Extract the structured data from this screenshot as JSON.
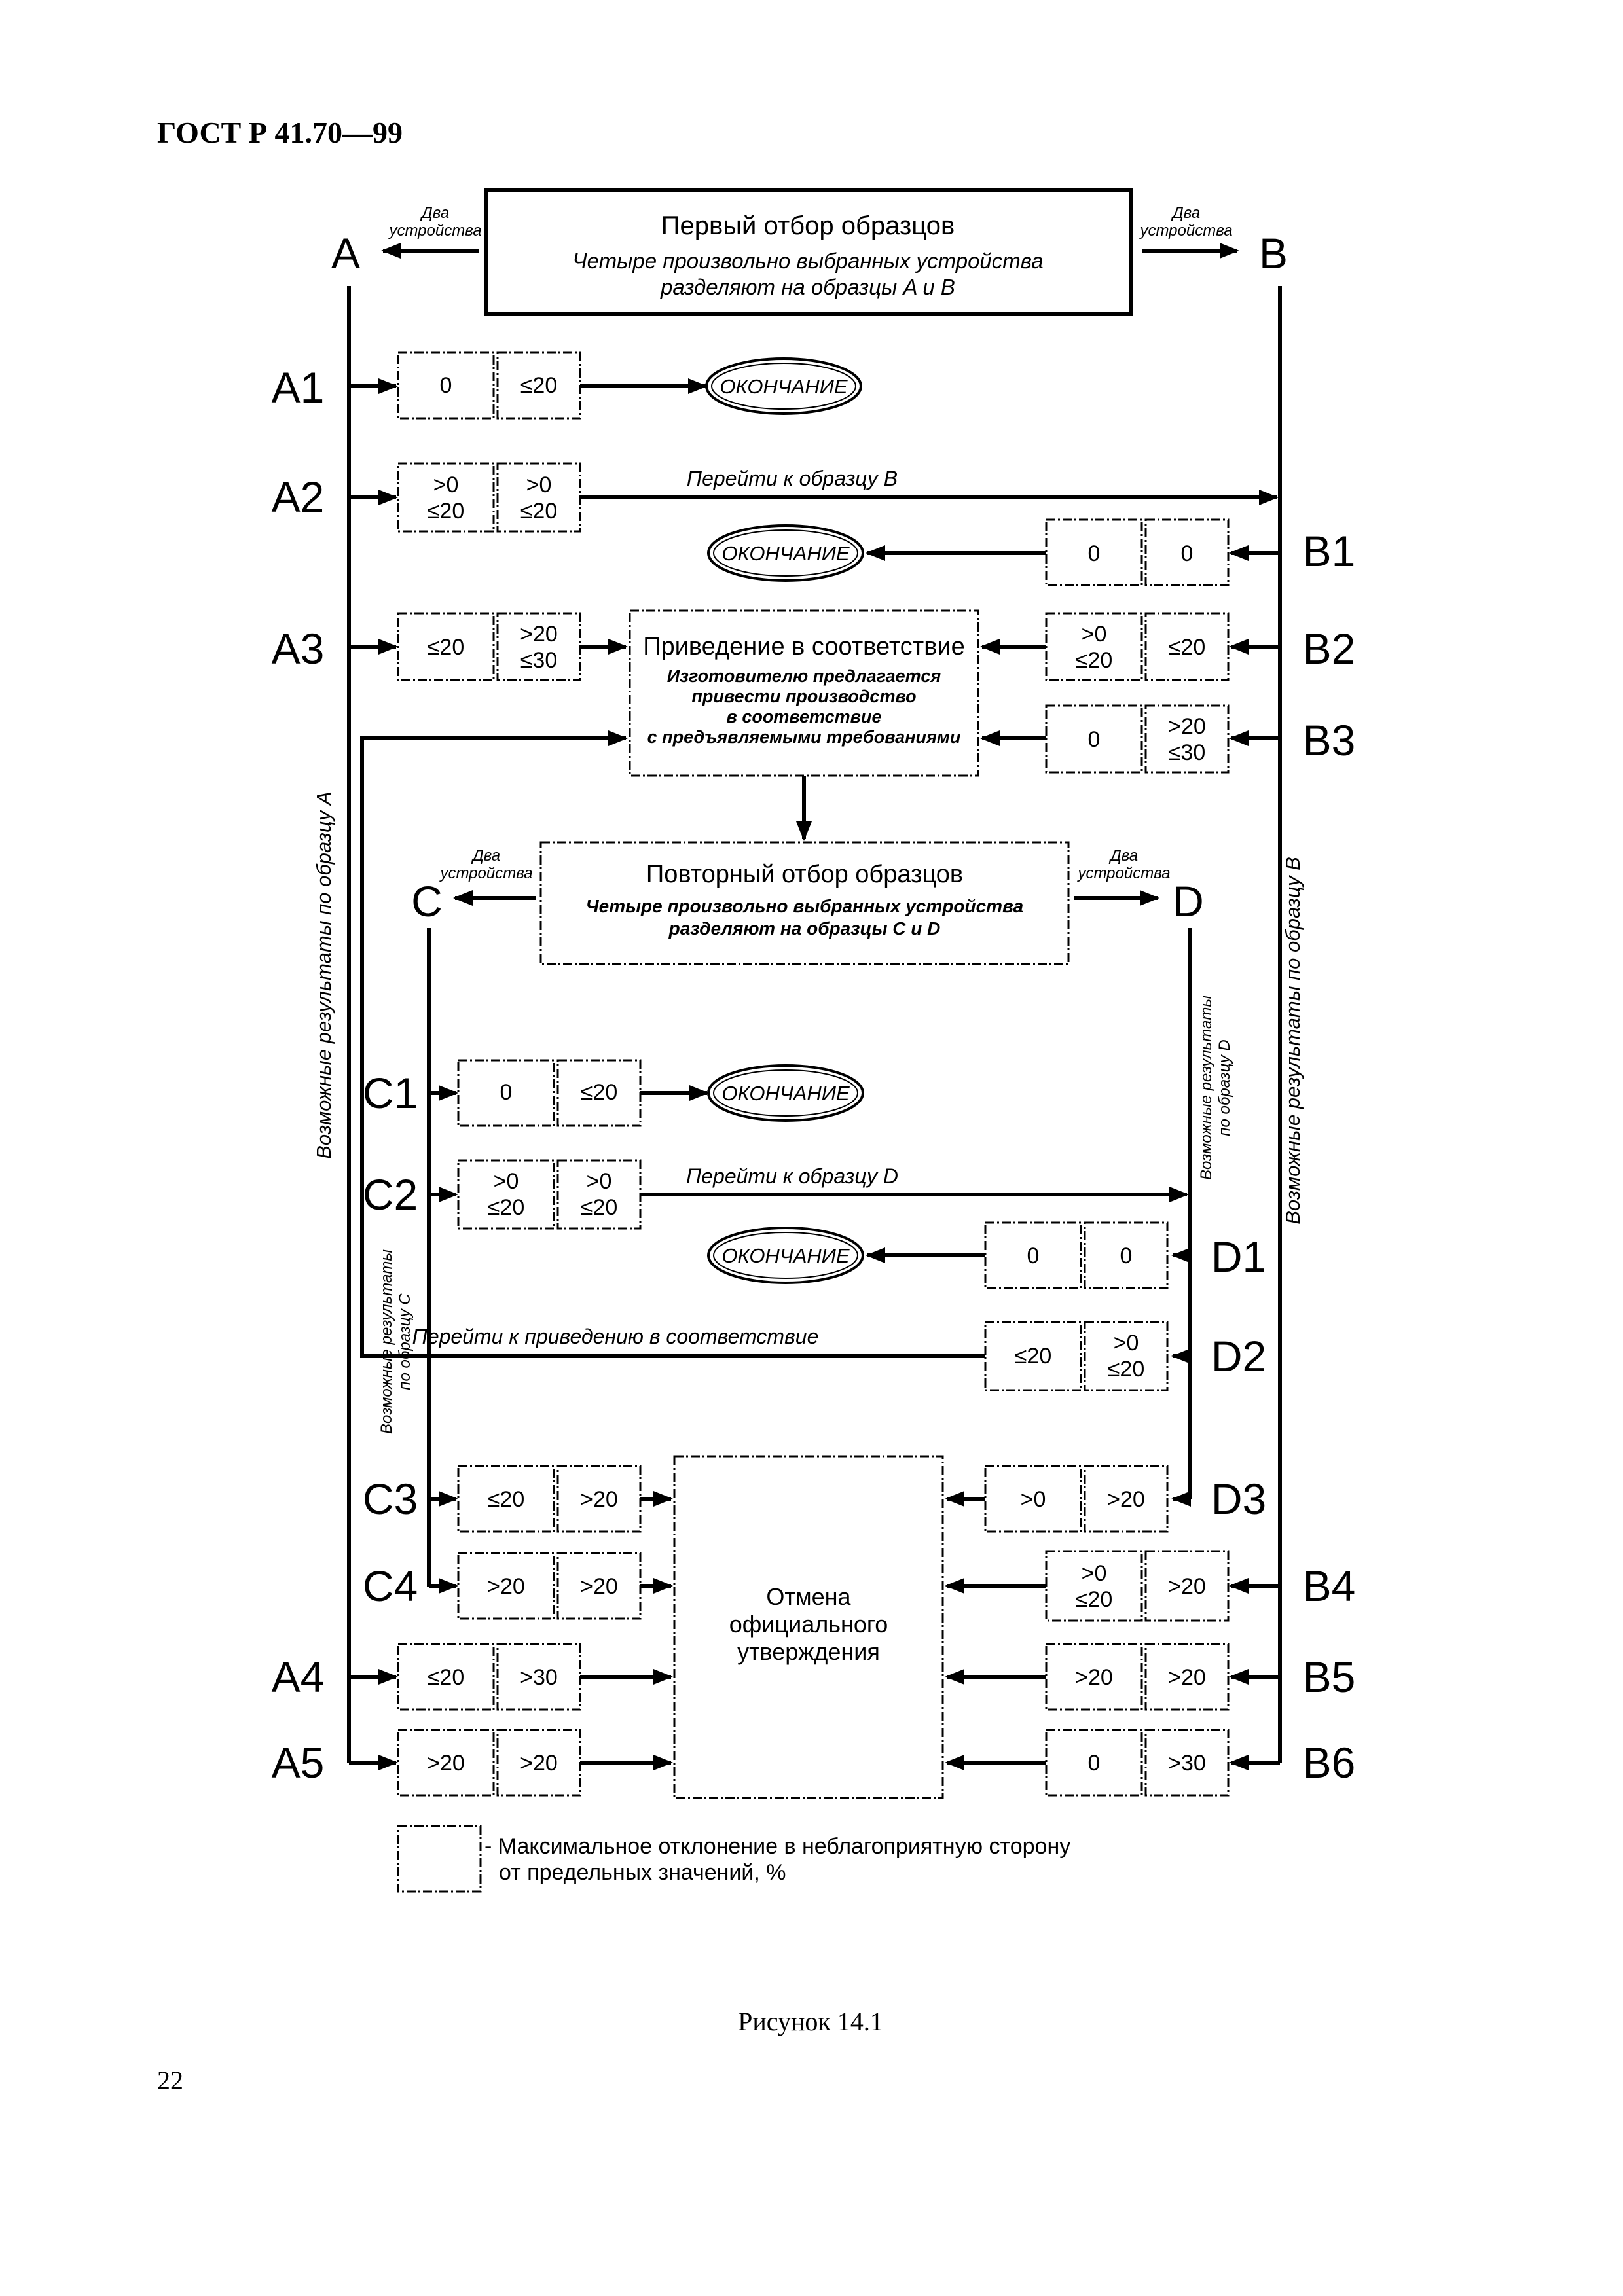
{
  "header": "ГОСТ Р 41.70—99",
  "page_number": "22",
  "caption": "Рисунок 14.1",
  "first_sampling": {
    "title": "Первый отбор образцов",
    "line1": "Четыре произвольно выбранных устройства",
    "line2": "разделяют на образцы A и B"
  },
  "second_sampling": {
    "title": "Повторный отбор образцов",
    "line1": "Четыре произвольно выбранных устройства",
    "line2": "разделяют на образцы C и D"
  },
  "two_devices": [
    "Два",
    "устройства"
  ],
  "letters": {
    "A": "A",
    "B": "B",
    "C": "C",
    "D": "D"
  },
  "row_labels": {
    "A1": "A1",
    "A2": "A2",
    "A3": "A3",
    "A4": "A4",
    "A5": "A5",
    "B1": "B1",
    "B2": "B2",
    "B3": "B3",
    "B4": "B4",
    "B5": "B5",
    "B6": "B6",
    "C1": "C1",
    "C2": "C2",
    "C3": "C3",
    "C4": "C4",
    "D1": "D1",
    "D2": "D2",
    "D3": "D3"
  },
  "end": "ОКОНЧАНИЕ",
  "goto_b": "Перейти к образцу B",
  "goto_d": "Перейти к образцу D",
  "goto_conformity": "Перейти к приведению в соответствие",
  "conformity": {
    "title": "Приведение в соответствие",
    "lines": [
      "Изготовителю предлагается",
      "привести производство",
      "в соответствие",
      "с предъявляемыми требованиями"
    ]
  },
  "withdrawal": [
    "Отмена",
    "официального",
    "утверждения"
  ],
  "vertical_labels": {
    "a": "Возможные результаты по образцу A",
    "b": "Возможные результаты по образцу B",
    "c": [
      "Возможные результаты",
      "по образцу C"
    ],
    "d": [
      "Возможные результаты",
      "по образцу D"
    ]
  },
  "cells": {
    "A1": [
      [
        "0"
      ],
      [
        "≤20"
      ]
    ],
    "A2": [
      [
        ">0",
        "≤20"
      ],
      [
        ">0",
        "≤20"
      ]
    ],
    "A3": [
      [
        "≤20"
      ],
      [
        ">20",
        "≤30"
      ]
    ],
    "A4": [
      [
        "≤20"
      ],
      [
        ">30"
      ]
    ],
    "A5": [
      [
        ">20"
      ],
      [
        ">20"
      ]
    ],
    "B1": [
      [
        "0"
      ],
      [
        "0"
      ]
    ],
    "B2": [
      [
        ">0",
        "≤20"
      ],
      [
        "≤20"
      ]
    ],
    "B3": [
      [
        "0"
      ],
      [
        ">20",
        "≤30"
      ]
    ],
    "B4": [
      [
        ">0",
        "≤20"
      ],
      [
        ">20"
      ]
    ],
    "B5": [
      [
        ">20"
      ],
      [
        ">20"
      ]
    ],
    "B6": [
      [
        "0"
      ],
      [
        ">30"
      ]
    ],
    "C1": [
      [
        "0"
      ],
      [
        "≤20"
      ]
    ],
    "C2": [
      [
        ">0",
        "≤20"
      ],
      [
        ">0",
        "≤20"
      ]
    ],
    "C3": [
      [
        "≤20"
      ],
      [
        ">20"
      ]
    ],
    "C4": [
      [
        ">20"
      ],
      [
        ">20"
      ]
    ],
    "D1": [
      [
        "0"
      ],
      [
        "0"
      ]
    ],
    "D2": [
      [
        "≤20"
      ],
      [
        ">0",
        "≤20"
      ]
    ],
    "D3": [
      [
        ">0"
      ],
      [
        ">20"
      ]
    ]
  },
  "legend": {
    "line1": "- Максимальное отклонение в неблагоприятную сторону",
    "line2": "от предельных значений, %"
  }
}
